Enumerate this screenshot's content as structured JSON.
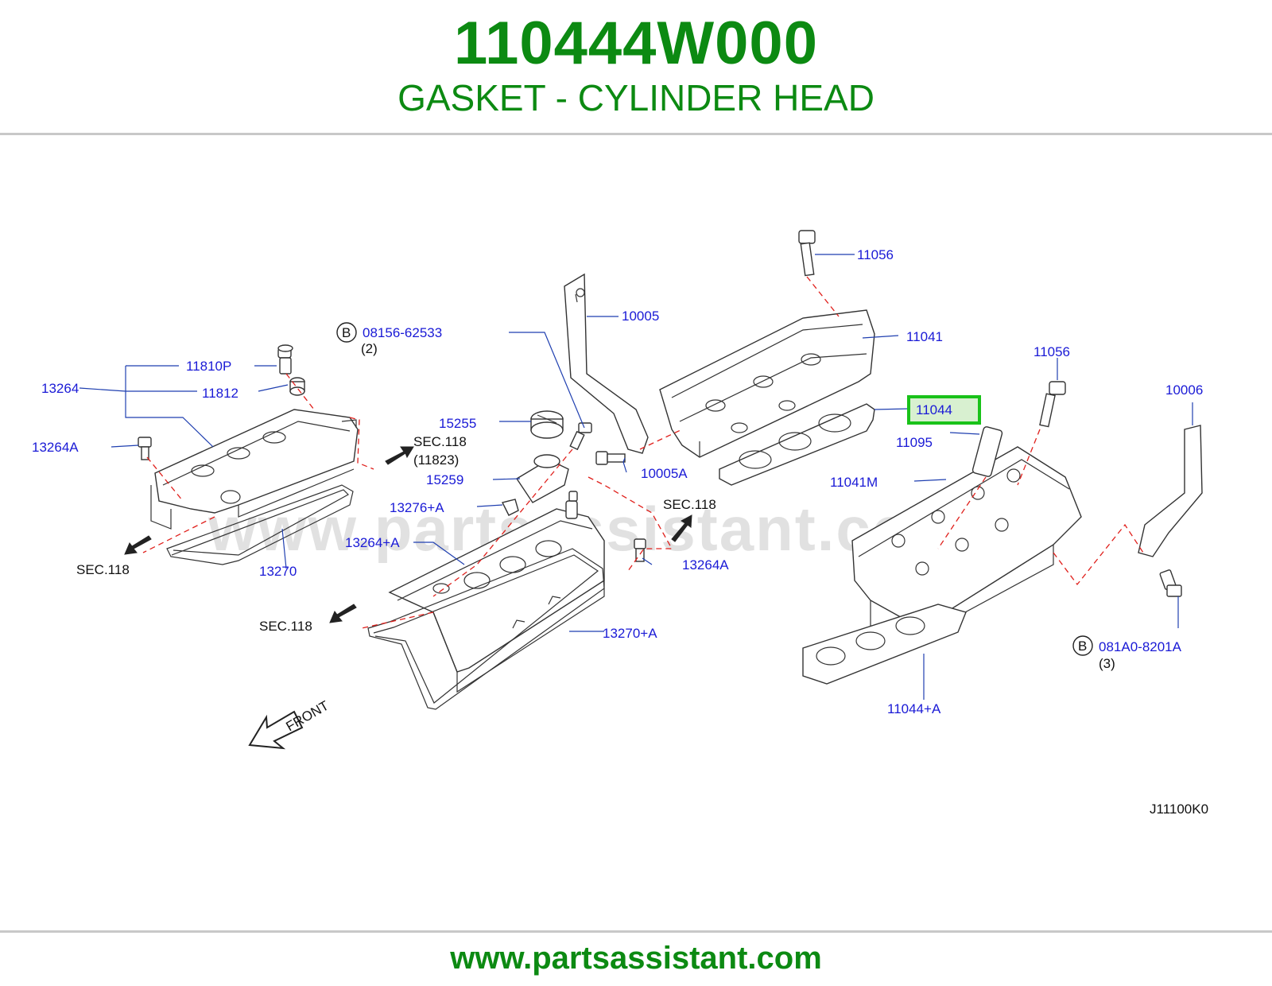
{
  "header": {
    "part_number": "110444W000",
    "part_name": "GASKET - CYLINDER HEAD"
  },
  "footer": {
    "website": "www.partsassistant.com"
  },
  "watermark": "www.partsassistant.com",
  "diagram": {
    "code": "J11100K0",
    "front_label": "FRONT",
    "highlight_color": "#19c219",
    "callouts": {
      "c11056_top": "11056",
      "c10005": "10005",
      "c08156": "08156-62533",
      "c08156_qty": "(2)",
      "c11041": "11041",
      "c11810p": "11810P",
      "c13264": "13264",
      "c11812": "11812",
      "c11056_right": "11056",
      "c10006": "10006",
      "c15255": "15255",
      "c11044": "11044",
      "c13264a_left": "13264A",
      "c11095": "11095",
      "c10005a": "10005A",
      "c15259": "15259",
      "c11041m": "11041M",
      "c13276a": "13276+A",
      "c13264pa": "13264+A",
      "c13270": "13270",
      "c13264a_right": "13264A",
      "c13270a": "13270+A",
      "c081a0": "081A0-8201A",
      "c081a0_qty": "(3)",
      "c11044a": "11044+A",
      "bolt_b": "B"
    },
    "section_refs": {
      "sec_118_a": "SEC.118",
      "sec_118_a_sub": "(11823)",
      "sec_118_b": "SEC.118",
      "sec_118_c": "SEC.118",
      "sec_118_d": "SEC.118"
    }
  }
}
